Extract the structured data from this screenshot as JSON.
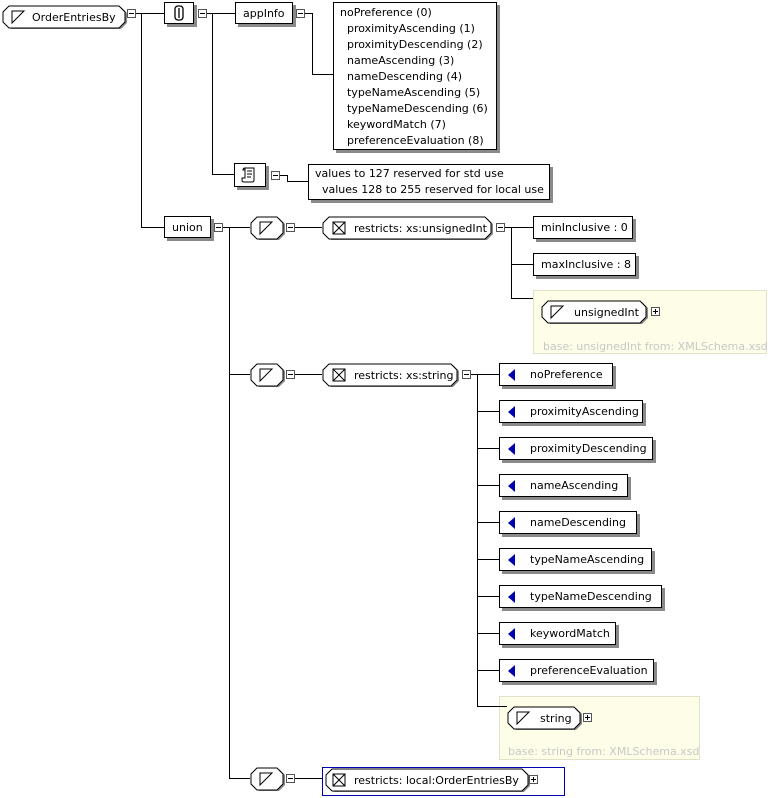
{
  "root": {
    "name": "OrderEntriesBy"
  },
  "appinfo": {
    "label": "appInfo",
    "lines": [
      "noPreference (0)",
      "  proximityAscending (1)",
      "  proximityDescending (2)",
      "  nameAscending (3)",
      "  nameDescending (4)",
      "  typeNameAscending (5)",
      "  typeNameDescending (6)",
      "  keywordMatch (7)",
      "  preferenceEvaluation (8)"
    ]
  },
  "documentation": {
    "lines": [
      "values to 127 reserved for std use",
      "  values 128 to 255 reserved for local use"
    ]
  },
  "union": {
    "label": "union"
  },
  "branch1": {
    "restriction": "restricts: xs:unsignedInt",
    "facets": [
      "minInclusive : 0",
      "maxInclusive : 8"
    ],
    "base_type": "unsignedInt",
    "base_note": "base: unsignedInt from: XMLSchema.xsd"
  },
  "branch2": {
    "restriction": "restricts: xs:string",
    "enumerations": [
      "noPreference",
      "proximityAscending",
      "proximityDescending",
      "nameAscending",
      "nameDescending",
      "typeNameAscending",
      "typeNameDescending",
      "keywordMatch",
      "preferenceEvaluation"
    ],
    "base_type": "string",
    "base_note": "base: string from: XMLSchema.xsd"
  },
  "branch3": {
    "restriction": "restricts: local:OrderEntriesBy"
  },
  "colors": {
    "enum_marker": "#0000b0",
    "selection_border": "#0000b0",
    "base_bg": "#fdfde8",
    "shadow": "#8a8a8a"
  }
}
